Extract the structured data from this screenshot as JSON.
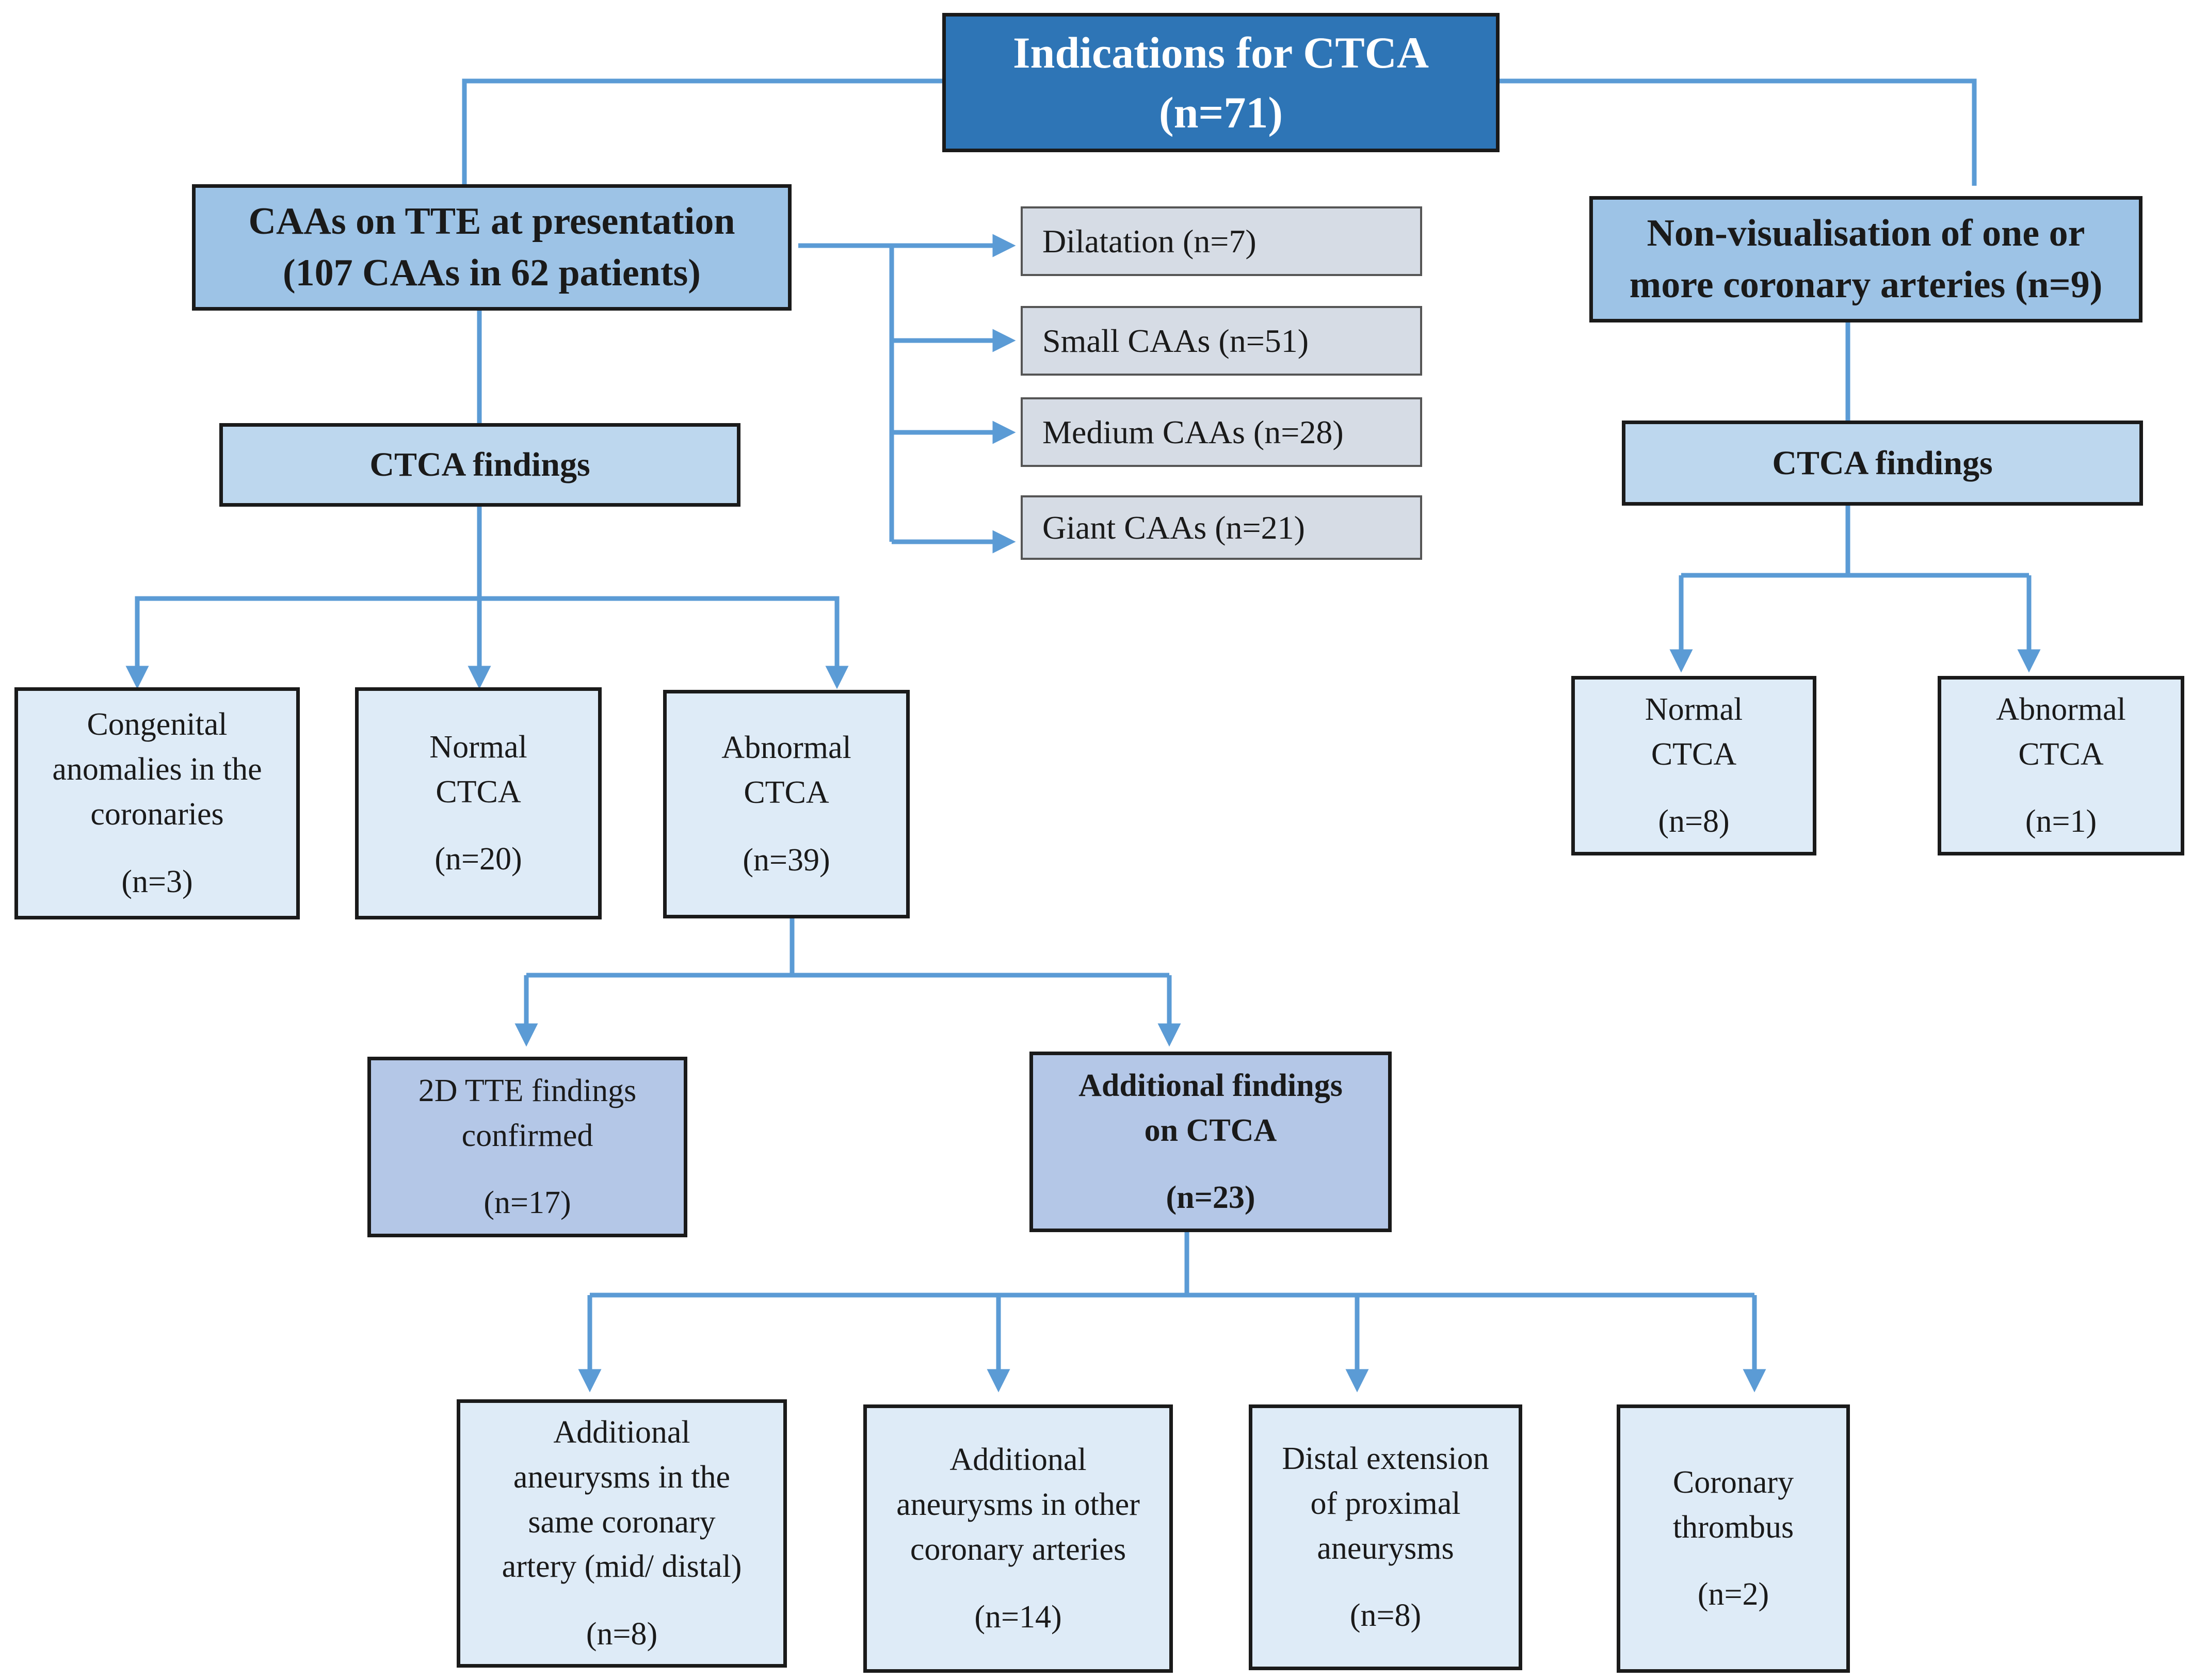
{
  "root": {
    "line1": "Indications for CTCA",
    "line2": "(n=71)"
  },
  "left_branch": {
    "line1": "CAAs on TTE at presentation",
    "line2": "(107 CAAs in 62 patients)",
    "size_categories": [
      {
        "label": "Dilatation (n=7)"
      },
      {
        "label": "Small CAAs (n=51)"
      },
      {
        "label": "Medium CAAs (n=28)"
      },
      {
        "label": "Giant CAAs (n=21)"
      }
    ],
    "ctca_findings": "CTCA findings",
    "outcomes": [
      {
        "line1": "Congenital",
        "line2": "anomalies in the",
        "line3": "coronaries",
        "count": "(n=3)"
      },
      {
        "line1": "Normal",
        "line2": "CTCA",
        "count": "(n=20)"
      },
      {
        "line1": "Abnormal",
        "line2": "CTCA",
        "count": "(n=39)"
      }
    ],
    "abnormal_split": [
      {
        "line1": "2D TTE findings",
        "line2": "confirmed",
        "count": "(n=17)"
      },
      {
        "line1": "Additional findings",
        "line2": "on CTCA",
        "count": "(n=23)"
      }
    ],
    "additional_findings": [
      {
        "line1": "Additional",
        "line2": "aneurysms in the",
        "line3": "same coronary",
        "line4": "artery (mid/ distal)",
        "count": "(n=8)"
      },
      {
        "line1": "Additional",
        "line2": "aneurysms in other",
        "line3": "coronary arteries",
        "count": "(n=14)"
      },
      {
        "line1": "Distal extension",
        "line2": "of proximal",
        "line3": "aneurysms",
        "count": "(n=8)"
      },
      {
        "line1": "Coronary",
        "line2": "thrombus",
        "count": "(n=2)"
      }
    ]
  },
  "right_branch": {
    "line1": "Non-visualisation of one or",
    "line2": "more coronary arteries (n=9)",
    "ctca_findings": "CTCA findings",
    "outcomes": [
      {
        "line1": "Normal",
        "line2": "CTCA",
        "count": "(n=8)"
      },
      {
        "line1": "Abnormal",
        "line2": "CTCA",
        "count": "(n=1)"
      }
    ]
  },
  "colors": {
    "connector": "#5b9bd5",
    "title_fill": "#2e75b6",
    "level1_fill": "#9dc3e6",
    "box_fill": "#deebf7",
    "size_fill": "#d6dce5"
  }
}
